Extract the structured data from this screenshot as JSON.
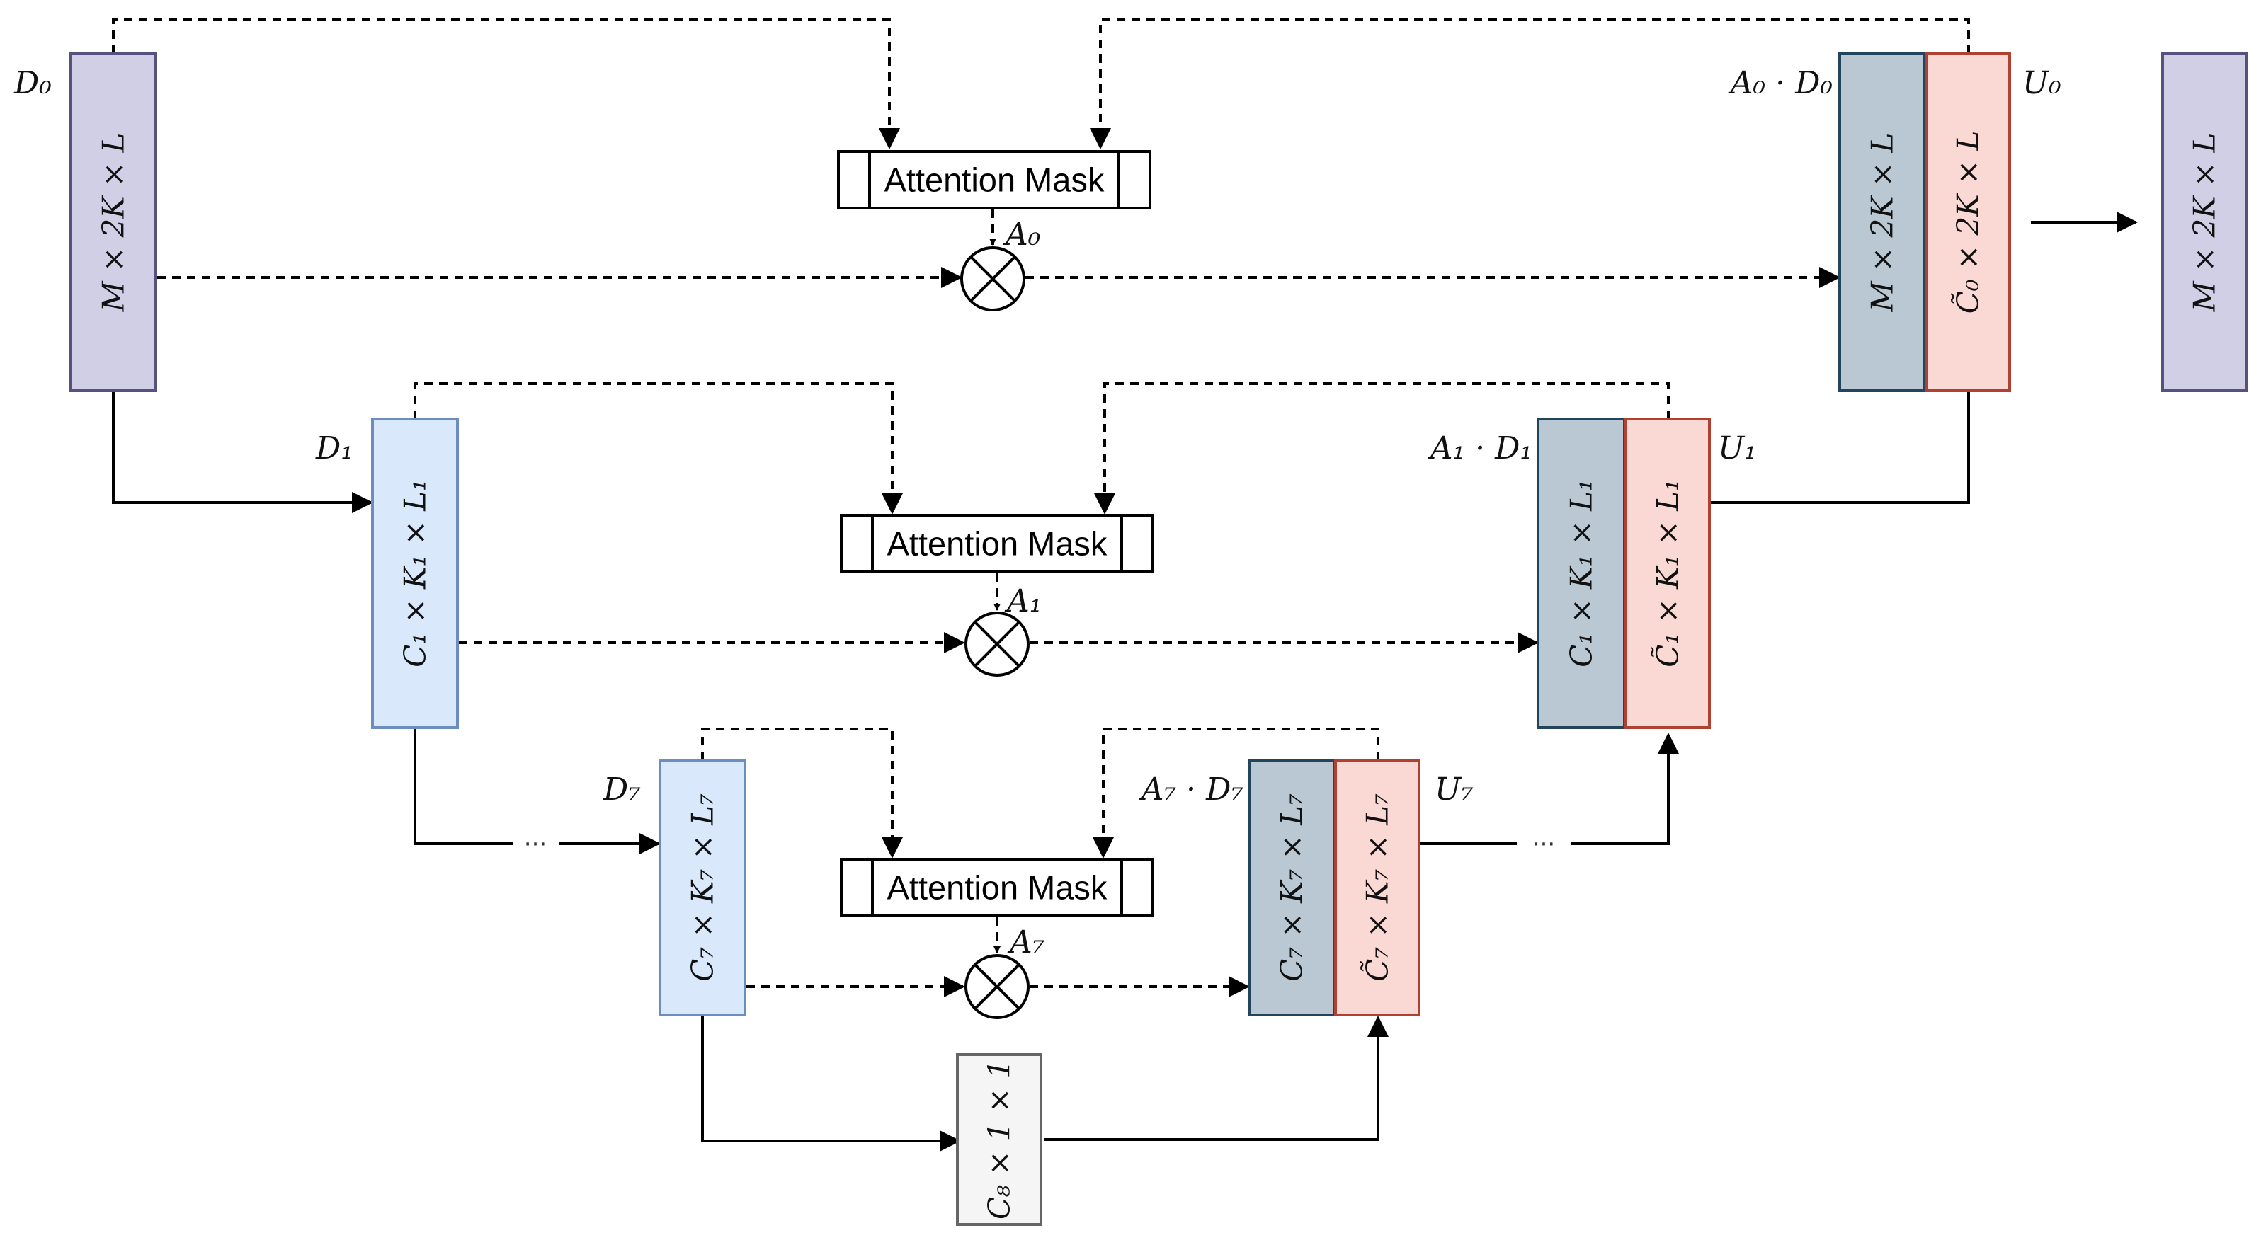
{
  "labels": {
    "d0": "D₀",
    "d1": "D₁",
    "d7": "D₇",
    "a0d0": "A₀ · D₀",
    "a1d1": "A₁ · D₁",
    "a7d7": "A₇ · D₇",
    "u0": "U₀",
    "u1": "U₁",
    "u7": "U₇",
    "a0": "A₀",
    "a1": "A₁",
    "a7": "A₇",
    "dots": "···"
  },
  "blocks": {
    "d0": "M × 2K × L",
    "d1": "C₁ × K₁ × L₁",
    "d7": "C₇ × K₇ × L₇",
    "bottleneck": "C₈ × 1 × 1",
    "a0d0": "M × 2K × L",
    "u0": "C̃₀ × 2K × L",
    "a1d1": "C₁ × K₁ × L₁",
    "u1": "C̃₁ × K₁ × L₁",
    "a7d7": "C₇ × K₇ × L₇",
    "u7": "C̃₇ × K₇ × L₇",
    "output": "M × 2K × L"
  },
  "attention": {
    "mask_label": "Attention Mask"
  },
  "colors": {
    "input_fill": "#d0cfe6",
    "input_stroke": "#56517e",
    "encoder_fill": "#dae8fc",
    "encoder_stroke": "#6c8ebf",
    "skip_fill": "#bac8d3",
    "skip_stroke": "#23445d",
    "decoder_fill": "#fad9d5",
    "decoder_stroke": "#ae4132",
    "bottleneck_fill": "#f5f5f5",
    "bottleneck_stroke": "#666666"
  }
}
